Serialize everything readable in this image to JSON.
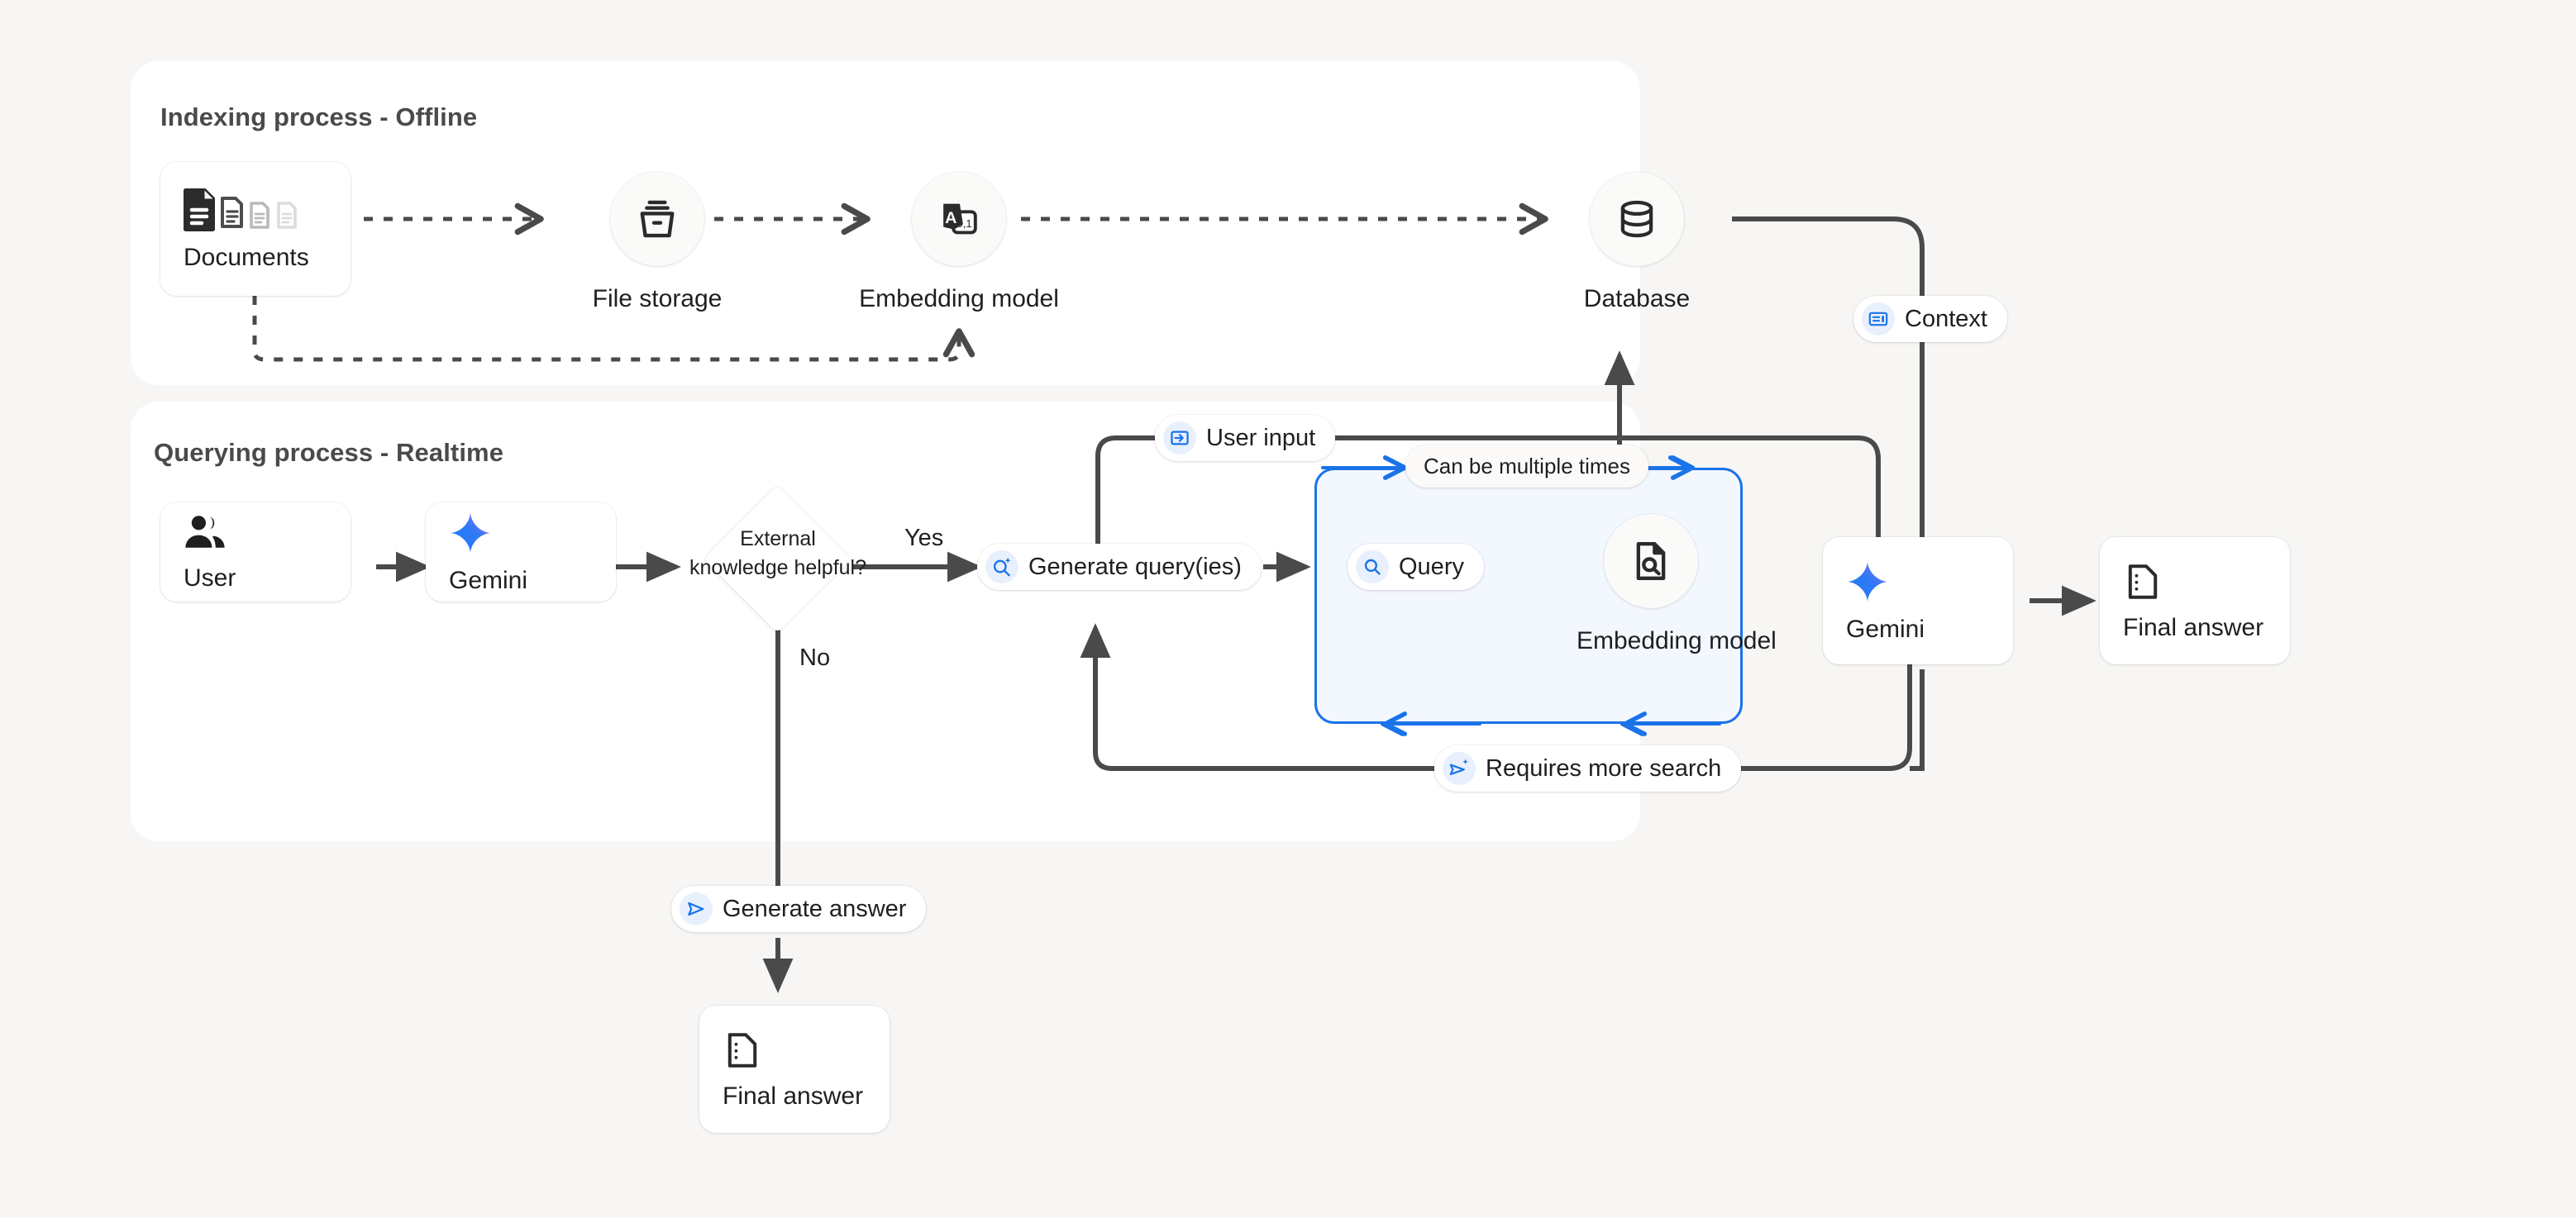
{
  "background_color": "#F7F6F4",
  "accent_blue": "#1a73e8",
  "panels": [
    {
      "id": "indexing",
      "title": "Indexing process - Offline"
    },
    {
      "id": "querying",
      "title": "Querying process - Realtime"
    }
  ],
  "indexing": {
    "documents": {
      "label": "Documents",
      "icon": "documents-icon"
    },
    "file_storage": {
      "label": "File storage",
      "icon": "file-storage-icon"
    },
    "embedding_model": {
      "label": "Embedding model",
      "icon": "text-to-vector-icon"
    },
    "database": {
      "label": "Database",
      "icon": "database-icon"
    }
  },
  "querying": {
    "user": {
      "label": "User",
      "icon": "users-icon"
    },
    "gemini": {
      "label": "Gemini",
      "icon": "gemini-sparkle-icon"
    },
    "decision": {
      "label": "External knowledge helpful?",
      "yes": "Yes",
      "no": "No"
    },
    "generate_queries": {
      "label": "Generate query(ies)",
      "icon": "search-sparkle-icon"
    },
    "loop_note": {
      "label": "Can be multiple times"
    },
    "query": {
      "label": "Query",
      "icon": "search-icon"
    },
    "loop_embedding_model": {
      "label": "Embedding model",
      "icon": "document-search-icon"
    },
    "requires_more_search": {
      "label": "Requires more search",
      "icon": "send-sparkle-icon"
    },
    "user_input": {
      "label": "User input",
      "icon": "input-arrow-icon"
    },
    "context": {
      "label": "Context",
      "icon": "context-card-icon"
    },
    "gemini_final": {
      "label": "Gemini",
      "icon": "gemini-sparkle-icon"
    },
    "final_answer_right": {
      "label": "Final answer",
      "icon": "answer-doc-icon"
    },
    "generate_answer": {
      "label": "Generate answer",
      "icon": "send-icon"
    },
    "final_answer_bottom": {
      "label": "Final answer",
      "icon": "answer-doc-icon"
    }
  }
}
